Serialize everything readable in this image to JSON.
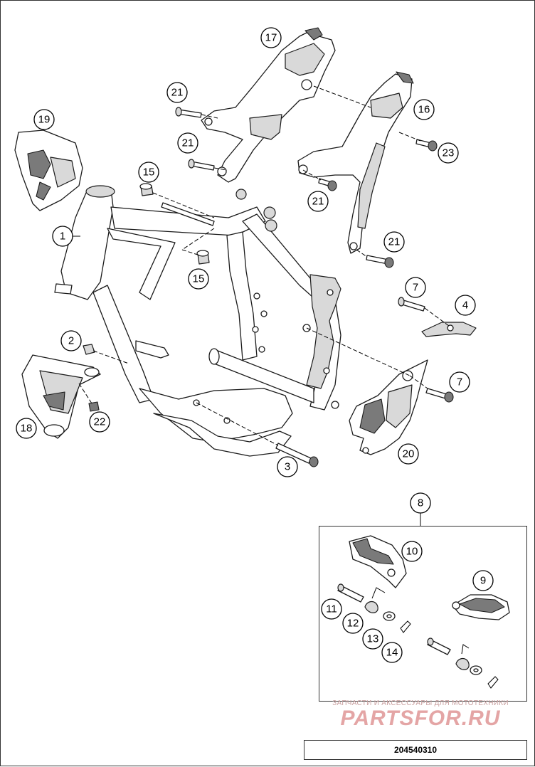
{
  "diagram": {
    "callouts": [
      "1",
      "2",
      "3",
      "4",
      "7",
      "7",
      "8",
      "9",
      "10",
      "11",
      "12",
      "13",
      "14",
      "15",
      "15",
      "16",
      "17",
      "18",
      "19",
      "20",
      "21",
      "21",
      "21",
      "21",
      "22",
      "23"
    ]
  },
  "watermark": {
    "top_line": "ЗАПЧАСТИ И АКСЕССУАРЫ ДЛЯ МОТОТЕХНИКИ",
    "brand": "PARTSFOR.RU"
  },
  "drawing_code": "204540310"
}
